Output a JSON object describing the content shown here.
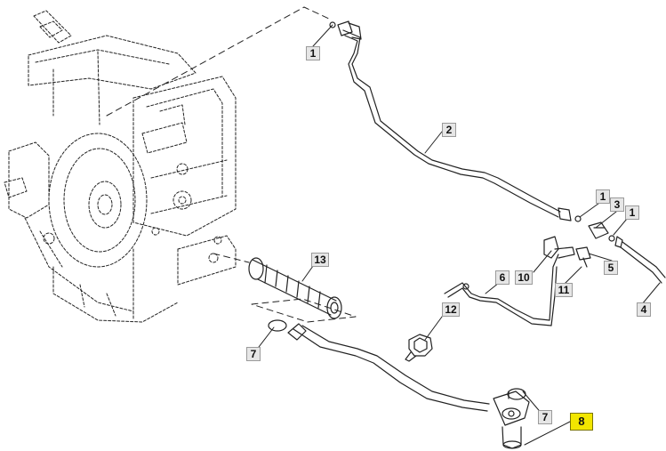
{
  "diagram": {
    "callouts": [
      {
        "id": "c1a",
        "label": "1"
      },
      {
        "id": "c2",
        "label": "2"
      },
      {
        "id": "c1b",
        "label": "1"
      },
      {
        "id": "c3",
        "label": "3"
      },
      {
        "id": "c1c",
        "label": "1"
      },
      {
        "id": "c5",
        "label": "5"
      },
      {
        "id": "c10",
        "label": "10"
      },
      {
        "id": "c6",
        "label": "6"
      },
      {
        "id": "c11",
        "label": "11"
      },
      {
        "id": "c4",
        "label": "4"
      },
      {
        "id": "c13",
        "label": "13"
      },
      {
        "id": "c12",
        "label": "12"
      },
      {
        "id": "c7a",
        "label": "7"
      },
      {
        "id": "c7b",
        "label": "7"
      },
      {
        "id": "c8",
        "label": "8",
        "highlighted": true
      }
    ],
    "highlight_color": "#f2e600",
    "line_color": "#222222"
  }
}
